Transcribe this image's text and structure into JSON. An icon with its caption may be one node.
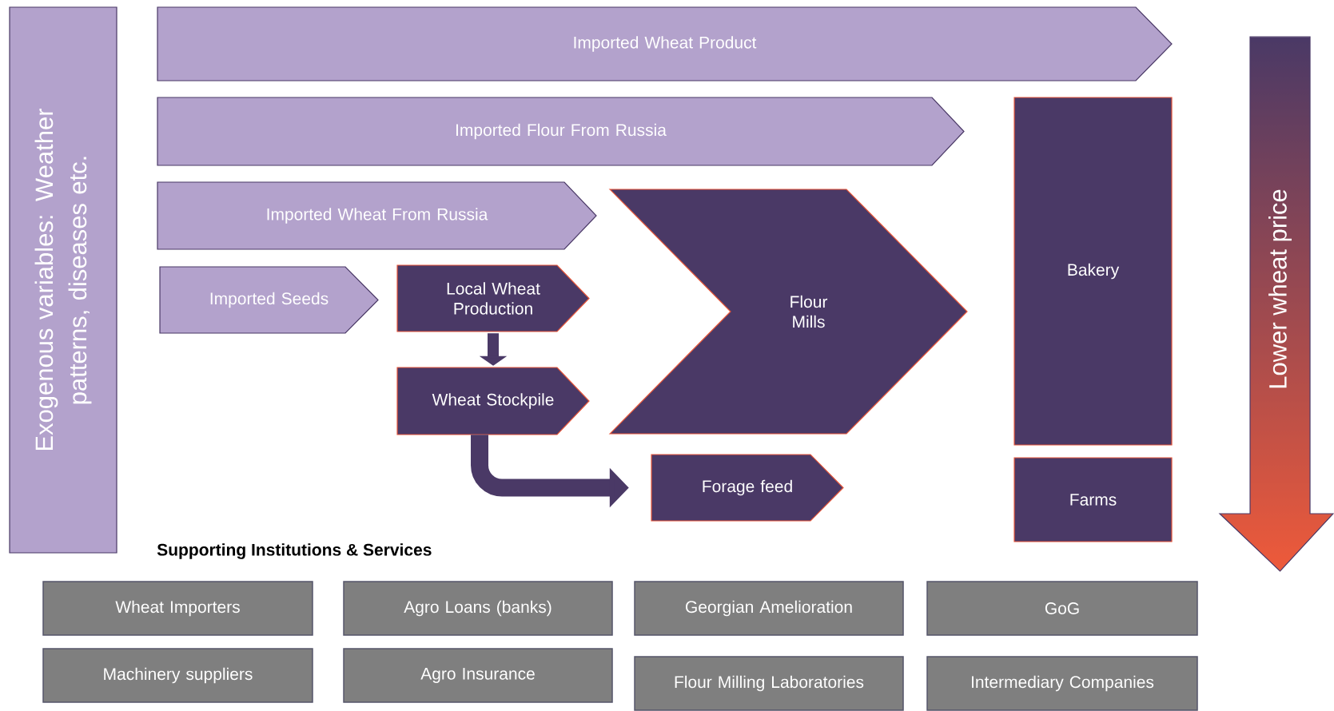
{
  "diagram": {
    "nodes": [
      {
        "text": [
          "Exogenous variables: Weather patterns, diseases etc."
        ]
      },
      {
        "text": [
          "Imported Wheat Product"
        ]
      },
      {
        "text": [
          "Imported Flour From Russia"
        ]
      },
      {
        "text": [
          "Imported Wheat From Russia"
        ]
      },
      {
        "text": [
          "Imported Seeds"
        ]
      },
      {
        "text": [
          "Local Wheat Production"
        ]
      },
      {
        "text": [
          "Wheat Stockpile"
        ]
      },
      {
        "text": [
          "Flour Mills"
        ]
      },
      {
        "text": [
          "Forage feed"
        ]
      },
      {
        "text": [
          "Bakery"
        ]
      },
      {
        "text": [
          "Farms"
        ]
      },
      {
        "text": [
          "Lower wheat price"
        ]
      },
      {
        "text": [
          "Wheat Importers"
        ]
      },
      {
        "text": [
          "Agro Loans  (banks)"
        ]
      },
      {
        "text": [
          "Georgian Amelioration"
        ]
      },
      {
        "text": [
          "GoG"
        ]
      },
      {
        "text": [
          "Machinery suppliers"
        ]
      },
      {
        "text": [
          "Agro Insurance"
        ]
      },
      {
        "text": [
          "Flour Milling Laboratories"
        ]
      },
      {
        "text": [
          "Intermediary Companies"
        ]
      }
    ],
    "edges": [
      {
        "from": 5,
        "to": 6,
        "arrow": "to"
      },
      {
        "from": 6,
        "to": 8,
        "arrow": "to"
      }
    ],
    "labels": [
      "Supporting Institutions & Services"
    ]
  }
}
